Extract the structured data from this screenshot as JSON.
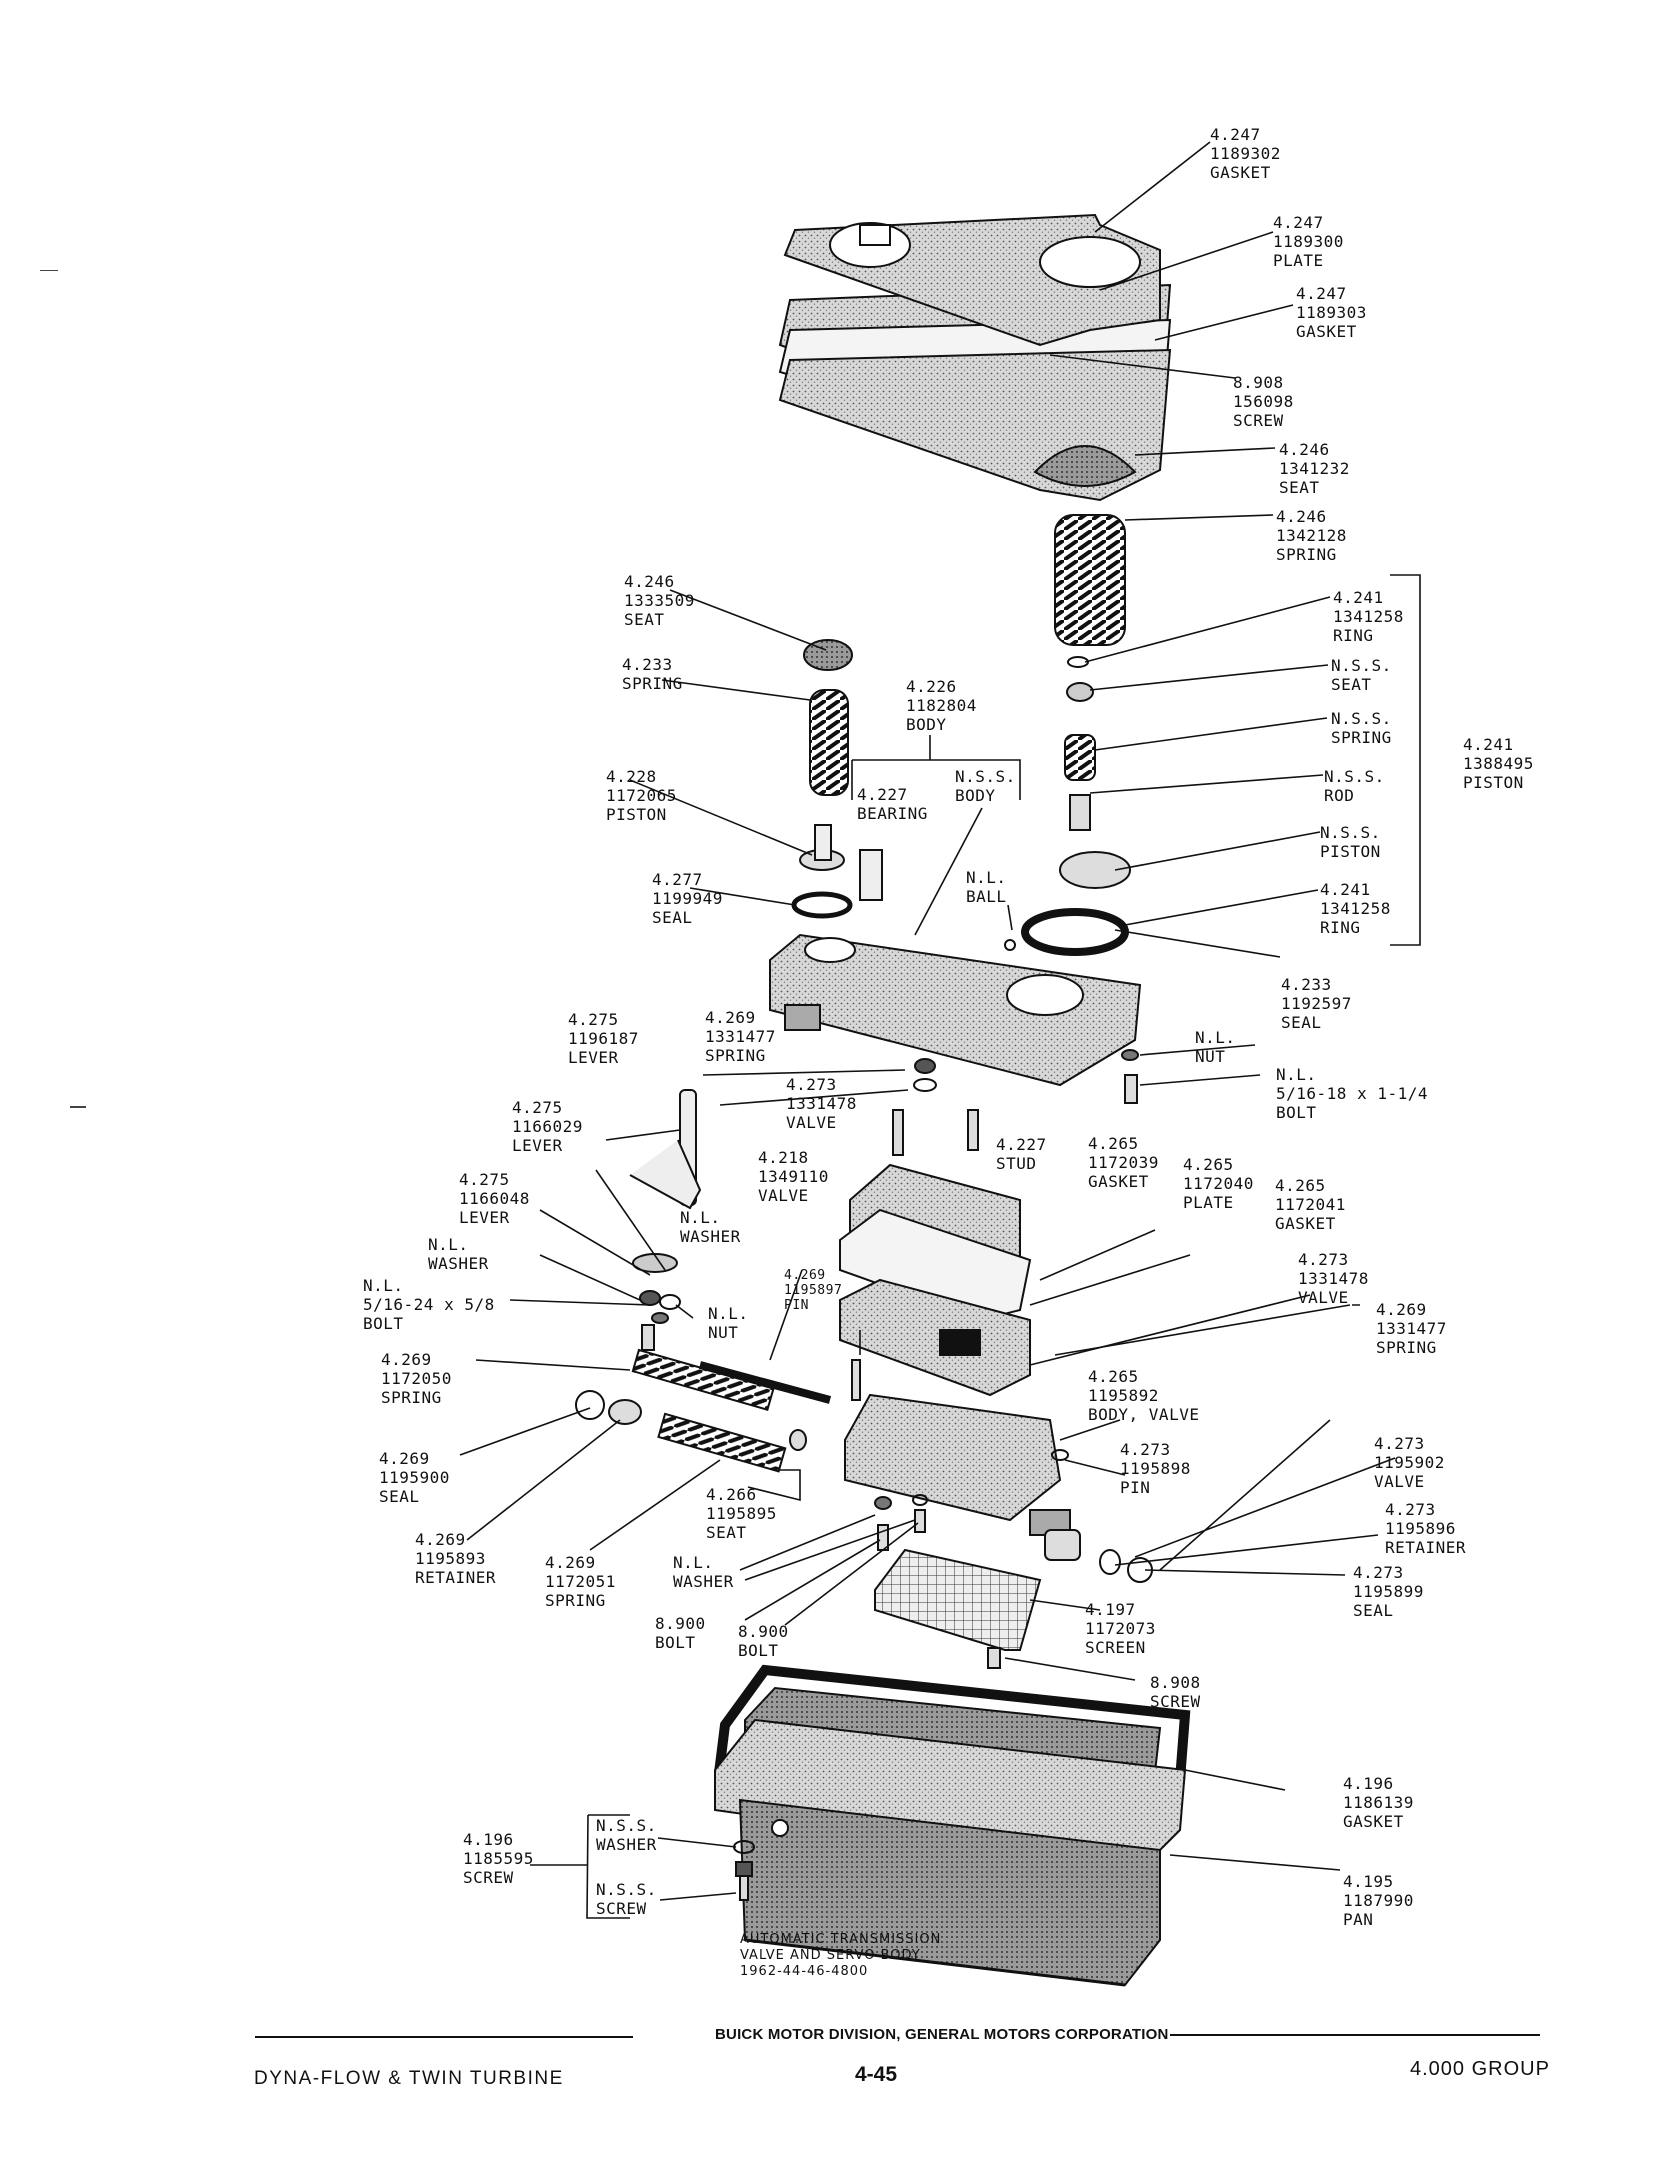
{
  "labels": [
    {
      "id": "gasket-1189302",
      "lines": [
        "4.247",
        "1189302",
        "GASKET"
      ]
    },
    {
      "id": "plate-1189300",
      "lines": [
        "4.247",
        "1189300",
        "PLATE"
      ]
    },
    {
      "id": "gasket-1189303",
      "lines": [
        "4.247",
        "1189303",
        "GASKET"
      ]
    },
    {
      "id": "screw-156098",
      "lines": [
        "8.908",
        "156098",
        "SCREW"
      ]
    },
    {
      "id": "seat-1341232",
      "lines": [
        "4.246",
        "1341232",
        "SEAT"
      ]
    },
    {
      "id": "spring-1342128",
      "lines": [
        "4.246",
        "1342128",
        "SPRING"
      ]
    },
    {
      "id": "ring-1341258-a",
      "lines": [
        "4.241",
        "1341258",
        "RING"
      ]
    },
    {
      "id": "nss-seat",
      "lines": [
        "N.S.S.",
        "SEAT"
      ]
    },
    {
      "id": "nss-spring",
      "lines": [
        "N.S.S.",
        "SPRING"
      ]
    },
    {
      "id": "piston-1388495",
      "lines": [
        "4.241",
        "1388495",
        "PISTON"
      ]
    },
    {
      "id": "nss-rod",
      "lines": [
        "N.S.S.",
        "ROD"
      ]
    },
    {
      "id": "nss-piston",
      "lines": [
        "N.S.S.",
        "PISTON"
      ]
    },
    {
      "id": "ring-1341258-b",
      "lines": [
        "4.241",
        "1341258",
        "RING"
      ]
    },
    {
      "id": "seal-1192597",
      "lines": [
        "4.233",
        "1192597",
        "SEAL"
      ]
    },
    {
      "id": "seat-1333509",
      "lines": [
        "4.246",
        "1333509",
        "SEAT"
      ]
    },
    {
      "id": "spring-4233",
      "lines": [
        "4.233",
        "SPRING"
      ]
    },
    {
      "id": "body-1182804",
      "lines": [
        "4.226",
        "1182804",
        "BODY"
      ]
    },
    {
      "id": "piston-1172065",
      "lines": [
        "4.228",
        "1172065",
        "PISTON"
      ]
    },
    {
      "id": "bearing-4227",
      "lines": [
        "4.227",
        "BEARING"
      ]
    },
    {
      "id": "nss-body",
      "lines": [
        "N.S.S.",
        "BODY"
      ]
    },
    {
      "id": "nl-ball",
      "lines": [
        "N.L.",
        "BALL"
      ]
    },
    {
      "id": "seal-1199949",
      "lines": [
        "4.277",
        "1199949",
        "SEAL"
      ]
    },
    {
      "id": "lever-1196187",
      "lines": [
        "4.275",
        "1196187",
        "LEVER"
      ]
    },
    {
      "id": "spring-1331477-a",
      "lines": [
        "4.269",
        "1331477",
        "SPRING"
      ]
    },
    {
      "id": "nl-nut-a",
      "lines": [
        "N.L.",
        "NUT"
      ]
    },
    {
      "id": "nl-bolt-a",
      "lines": [
        "N.L.",
        "5/16-18 x 1-1/4",
        "BOLT"
      ]
    },
    {
      "id": "valve-1331478-a",
      "lines": [
        "4.273",
        "1331478",
        "VALVE"
      ]
    },
    {
      "id": "lever-1166029",
      "lines": [
        "4.275",
        "1166029",
        "LEVER"
      ]
    },
    {
      "id": "stud-4227",
      "lines": [
        "4.227",
        "STUD"
      ]
    },
    {
      "id": "gasket-1172039",
      "lines": [
        "4.265",
        "1172039",
        "GASKET"
      ]
    },
    {
      "id": "plate-1172040",
      "lines": [
        "4.265",
        "1172040",
        "PLATE"
      ]
    },
    {
      "id": "gasket-1172041",
      "lines": [
        "4.265",
        "1172041",
        "GASKET"
      ]
    },
    {
      "id": "valve-1349110",
      "lines": [
        "4.218",
        "1349110",
        "VALVE"
      ]
    },
    {
      "id": "lever-1166048",
      "lines": [
        "4.275",
        "1166048",
        "LEVER"
      ]
    },
    {
      "id": "nl-washer-a",
      "lines": [
        "N.L.",
        "WASHER"
      ]
    },
    {
      "id": "nl-washer-b",
      "lines": [
        "N.L.",
        "WASHER"
      ]
    },
    {
      "id": "nl-bolt-b",
      "lines": [
        "N.L.",
        "5/16-24 x 5/8",
        "BOLT"
      ]
    },
    {
      "id": "pin-1195897",
      "lines": [
        "4.269",
        "1195897",
        "PIN"
      ]
    },
    {
      "id": "nl-nut-b",
      "lines": [
        "N.L.",
        "NUT"
      ]
    },
    {
      "id": "valve-1331478-b",
      "lines": [
        "4.273",
        "1331478",
        "VALVE"
      ]
    },
    {
      "id": "spring-1331477-b",
      "lines": [
        "4.269",
        "1331477",
        "SPRING"
      ]
    },
    {
      "id": "spring-1172050",
      "lines": [
        "4.269",
        "1172050",
        "SPRING"
      ]
    },
    {
      "id": "body-valve-1195892",
      "lines": [
        "4.265",
        "1195892",
        "BODY, VALVE"
      ]
    },
    {
      "id": "seal-1195900",
      "lines": [
        "4.269",
        "1195900",
        "SEAL"
      ]
    },
    {
      "id": "pin-1195898",
      "lines": [
        "4.273",
        "1195898",
        "PIN"
      ]
    },
    {
      "id": "valve-1195902",
      "lines": [
        "4.273",
        "1195902",
        "VALVE"
      ]
    },
    {
      "id": "seat-1195895",
      "lines": [
        "4.266",
        "1195895",
        "SEAT"
      ]
    },
    {
      "id": "retainer-1195893",
      "lines": [
        "4.269",
        "1195893",
        "RETAINER"
      ]
    },
    {
      "id": "spring-1172051",
      "lines": [
        "4.269",
        "1172051",
        "SPRING"
      ]
    },
    {
      "id": "nl-washer-c",
      "lines": [
        "N.L.",
        "WASHER"
      ]
    },
    {
      "id": "retainer-1195896",
      "lines": [
        "4.273",
        "1195896",
        "RETAINER"
      ]
    },
    {
      "id": "seal-1195899",
      "lines": [
        "4.273",
        "1195899",
        "SEAL"
      ]
    },
    {
      "id": "bolt-8900-a",
      "lines": [
        "8.900",
        "BOLT"
      ]
    },
    {
      "id": "bolt-8900-b",
      "lines": [
        "8.900",
        "BOLT"
      ]
    },
    {
      "id": "screen-1172073",
      "lines": [
        "4.197",
        "1172073",
        "SCREEN"
      ]
    },
    {
      "id": "screw-8908",
      "lines": [
        "8.908",
        "SCREW"
      ]
    },
    {
      "id": "gasket-1186139",
      "lines": [
        "4.196",
        "1186139",
        "GASKET"
      ]
    },
    {
      "id": "screw-1185595",
      "lines": [
        "4.196",
        "1185595",
        "SCREW"
      ]
    },
    {
      "id": "nss-washer",
      "lines": [
        "N.S.S.",
        "WASHER"
      ]
    },
    {
      "id": "nss-screw",
      "lines": [
        "N.S.S.",
        "SCREW"
      ]
    },
    {
      "id": "pan-1187990",
      "lines": [
        "4.195",
        "1187990",
        "PAN"
      ]
    }
  ],
  "caption": {
    "lines": [
      "AUTOMATIC TRANSMISSION",
      "VALVE AND SERVO BODY",
      "1962-44-46-4800"
    ]
  },
  "footer": {
    "division": "BUICK MOTOR DIVISION, GENERAL MOTORS CORPORATION",
    "left": "DYNA-FLOW & TWIN TURBINE",
    "page": "4-45",
    "group": "4.000 GROUP"
  }
}
